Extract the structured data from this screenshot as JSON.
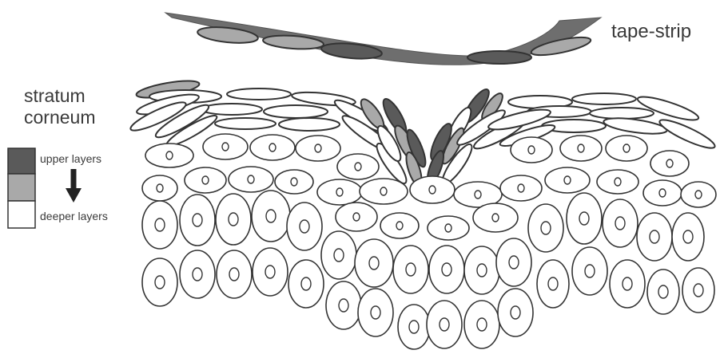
{
  "labels": {
    "tape_strip": "tape-strip",
    "stratum_line1": "stratum",
    "stratum_line2": "corneum"
  },
  "legend": {
    "upper": "upper layers",
    "deeper": "deeper layers"
  },
  "colors": {
    "upper_layer": "#5a5a5a",
    "middle_layer": "#a9a9a9",
    "deeper_layer": "#ffffff",
    "outline": "#333333",
    "tape": "#6e6e6e"
  }
}
